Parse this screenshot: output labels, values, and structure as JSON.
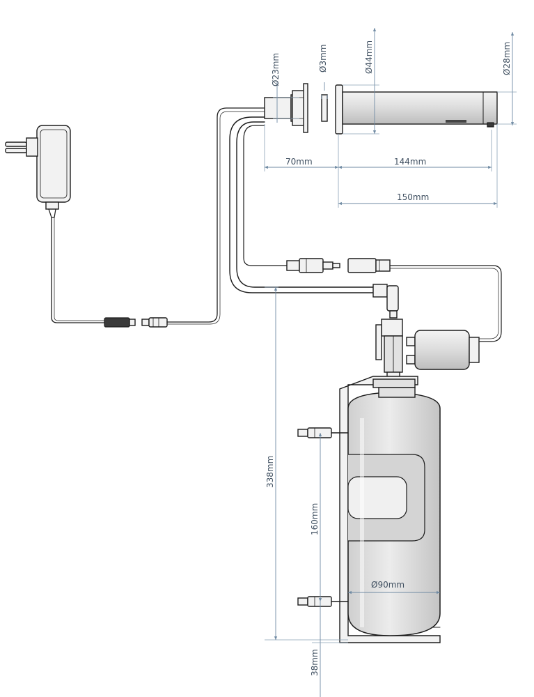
{
  "dimensions": {
    "d23": "Ø23mm",
    "d3": "Ø3mm",
    "d44": "Ø44mm",
    "d28": "Ø28mm",
    "len70": "70mm",
    "len144": "144mm",
    "len150": "150mm",
    "h338": "338mm",
    "h160": "160mm",
    "d90": "Ø90mm",
    "h38": "38mm"
  },
  "colors": {
    "dimension_line": "#6f8aa3",
    "outline": "#1c1c1c",
    "body_fill": "#e2e2e2"
  }
}
